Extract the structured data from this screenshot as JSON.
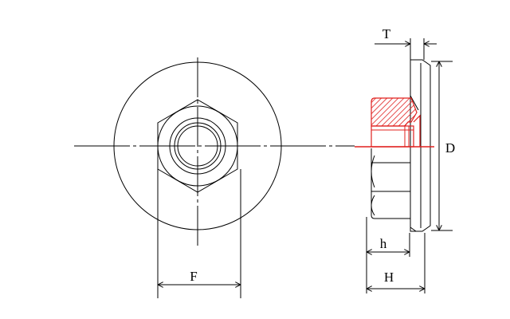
{
  "drawing": {
    "colors": {
      "line": "#000000",
      "section": "#e0201e",
      "background": "#ffffff"
    },
    "labels": {
      "F": "F",
      "T": "T",
      "D": "D",
      "h": "h",
      "H": "H"
    }
  }
}
